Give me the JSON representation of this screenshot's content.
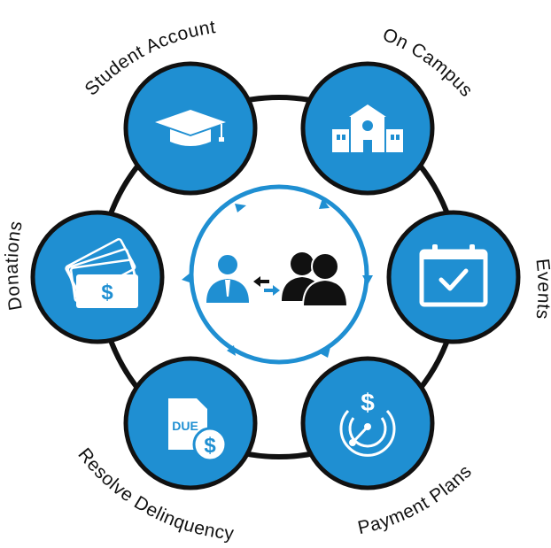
{
  "diagram": {
    "labels": {
      "student_account": "Student Account",
      "on_campus": "On Campus",
      "events": "Events",
      "payment_plans": "Payment Plans",
      "resolve_delinquency": "Resolve Delinquency",
      "donations": "Donations"
    },
    "icons": {
      "student_account": "graduation-cap-icon",
      "on_campus": "school-building-icon",
      "events": "calendar-check-icon",
      "payment_plans": "dollar-radar-icon",
      "resolve_delinquency": "due-bill-dollar-icon",
      "donations": "dollar-bills-icon",
      "center": "agent-to-group-icon"
    },
    "bill_text": "DUE",
    "currency_symbol": "$",
    "colors": {
      "accent": "#1f8fd2",
      "ring": "#111111",
      "icon": "#ffffff",
      "people_dark": "#111111"
    }
  }
}
